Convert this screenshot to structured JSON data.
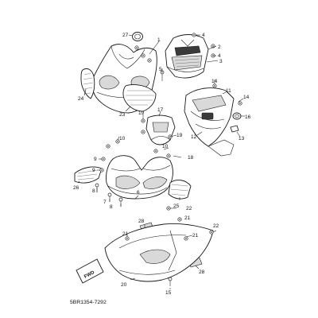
{
  "diagram_code": "5BR1354-7292",
  "fwd_label": "FWD",
  "callouts": [
    {
      "id": "c27",
      "text": "27"
    },
    {
      "id": "c1",
      "text": "1"
    },
    {
      "id": "c4a",
      "text": "4"
    },
    {
      "id": "c2",
      "text": "2"
    },
    {
      "id": "c4b",
      "text": "4"
    },
    {
      "id": "c3",
      "text": "3"
    },
    {
      "id": "c5",
      "text": "5"
    },
    {
      "id": "c24",
      "text": "24"
    },
    {
      "id": "c23",
      "text": "23"
    },
    {
      "id": "c14a",
      "text": "14"
    },
    {
      "id": "c11",
      "text": "11"
    },
    {
      "id": "c14b",
      "text": "14"
    },
    {
      "id": "c16",
      "text": "16"
    },
    {
      "id": "c19a",
      "text": "19"
    },
    {
      "id": "c17",
      "text": "17"
    },
    {
      "id": "c12",
      "text": "12"
    },
    {
      "id": "c13",
      "text": "13"
    },
    {
      "id": "c10a",
      "text": "10"
    },
    {
      "id": "c19b",
      "text": "19"
    },
    {
      "id": "c10b",
      "text": "10"
    },
    {
      "id": "c18",
      "text": "18"
    },
    {
      "id": "c9a",
      "text": "9"
    },
    {
      "id": "c9b",
      "text": "9"
    },
    {
      "id": "c26",
      "text": "26"
    },
    {
      "id": "c8a",
      "text": "8"
    },
    {
      "id": "c7",
      "text": "7"
    },
    {
      "id": "c6",
      "text": "6"
    },
    {
      "id": "c8b",
      "text": "8"
    },
    {
      "id": "c25",
      "text": "25"
    },
    {
      "id": "c22a",
      "text": "22"
    },
    {
      "id": "c28a",
      "text": "28"
    },
    {
      "id": "c21a",
      "text": "21"
    },
    {
      "id": "c21b",
      "text": "21"
    },
    {
      "id": "c22b",
      "text": "22"
    },
    {
      "id": "c21c",
      "text": "21"
    },
    {
      "id": "c28b",
      "text": "28"
    },
    {
      "id": "c20",
      "text": "20"
    },
    {
      "id": "c15",
      "text": "15"
    }
  ]
}
